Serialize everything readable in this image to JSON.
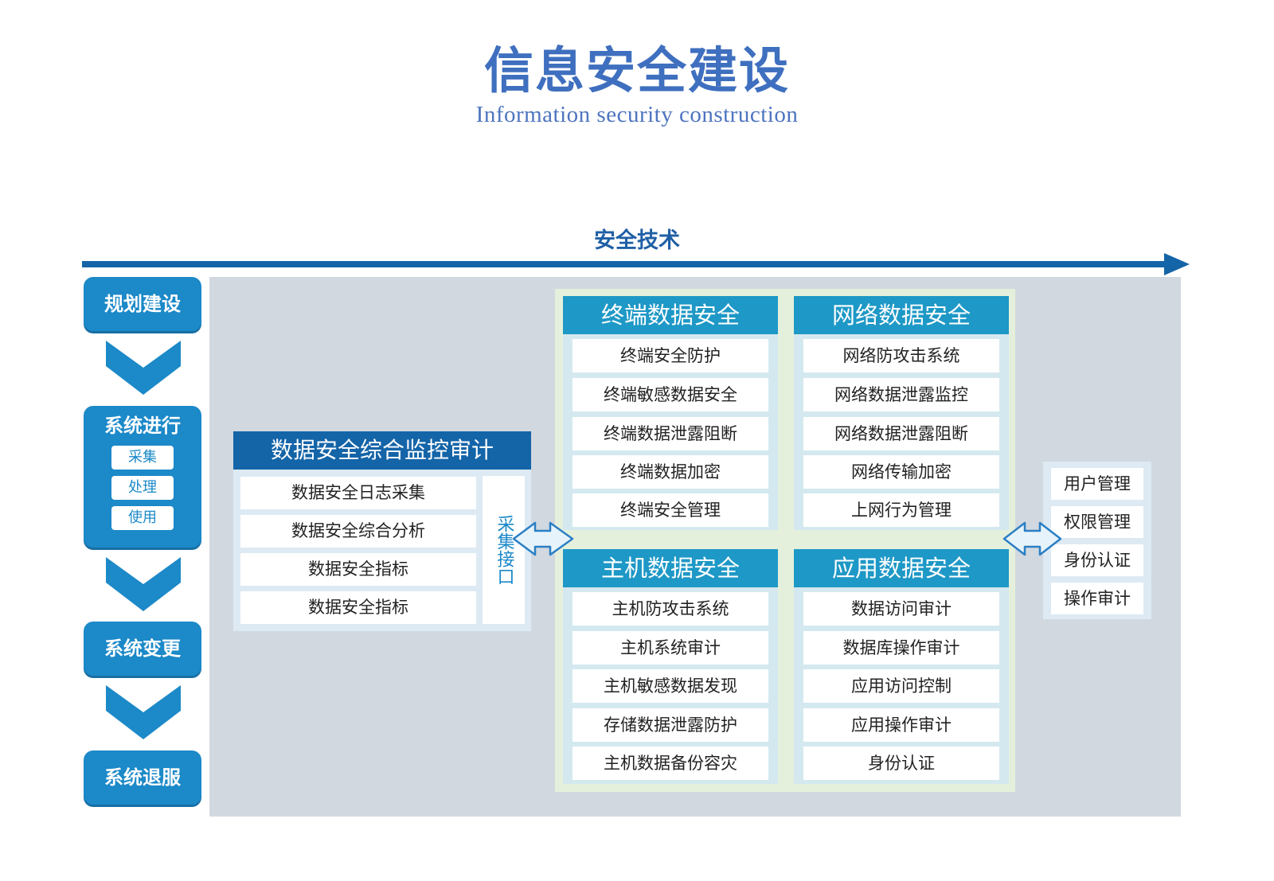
{
  "title": "信息安全建设",
  "subtitle": "Information security construction",
  "axis_label": "安全技术",
  "colors": {
    "title": "#3f6fbf",
    "axis": "#1464a8",
    "stage": "#1c89c8",
    "panel": "#d1d8e0",
    "group_header": "#1e98c6",
    "monitor_header": "#1464a8"
  },
  "lifecycle": [
    {
      "label": "规划建设",
      "sub": []
    },
    {
      "label": "系统进行",
      "sub": [
        "采集",
        "处理",
        "使用"
      ]
    },
    {
      "label": "系统变更",
      "sub": []
    },
    {
      "label": "系统退服",
      "sub": []
    }
  ],
  "monitor": {
    "header": "数据安全综合监控审计",
    "items": [
      "数据安全日志采集",
      "数据安全综合分析",
      "数据安全指标",
      "数据安全指标"
    ],
    "interface": "采集接口"
  },
  "groups": [
    {
      "header": "终端数据安全",
      "items": [
        "终端安全防护",
        "终端敏感数据安全",
        "终端数据泄露阻断",
        "终端数据加密",
        "终端安全管理"
      ]
    },
    {
      "header": "网络数据安全",
      "items": [
        "网络防攻击系统",
        "网络数据泄露监控",
        "网络数据泄露阻断",
        "网络传输加密",
        "上网行为管理"
      ]
    },
    {
      "header": "主机数据安全",
      "items": [
        "主机防攻击系统",
        "主机系统审计",
        "主机敏感数据发现",
        "存储数据泄露防护",
        "主机数据备份容灾"
      ]
    },
    {
      "header": "应用数据安全",
      "items": [
        "数据访问审计",
        "数据库操作审计",
        "应用访问控制",
        "应用操作审计",
        "身份认证"
      ]
    }
  ],
  "right_items": [
    "用户管理",
    "权限管理",
    "身份认证",
    "操作审计"
  ]
}
